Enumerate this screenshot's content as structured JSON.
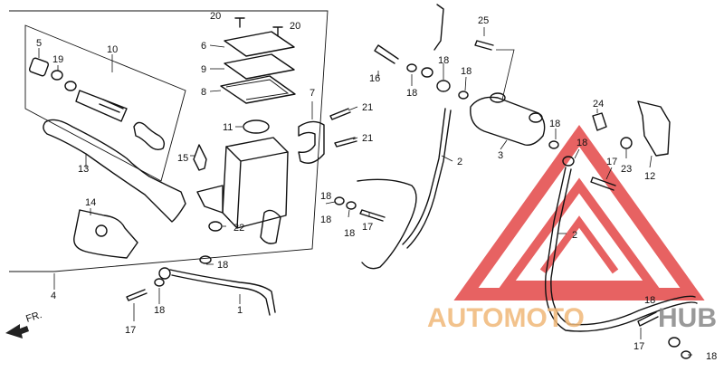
{
  "direction_marker": "FR.",
  "callouts": {
    "c1": "1",
    "c2a": "2",
    "c2b": "2",
    "c3": "3",
    "c4": "4",
    "c5": "5",
    "c6": "6",
    "c7": "7",
    "c8": "8",
    "c9": "9",
    "c10": "10",
    "c11": "11",
    "c12": "12",
    "c13": "13",
    "c14": "14",
    "c15": "15",
    "c16": "16",
    "c17a": "17",
    "c17b": "17",
    "c17c": "17",
    "c17d": "17",
    "c18a": "18",
    "c18b": "18",
    "c18c": "18",
    "c18d": "18",
    "c18e": "18",
    "c18f": "18",
    "c18g": "18",
    "c18h": "18",
    "c18i": "18",
    "c18j": "18",
    "c18k": "18",
    "c18l": "18",
    "c19": "19",
    "c20a": "20",
    "c20b": "20",
    "c21a": "21",
    "c21b": "21",
    "c22": "22",
    "c23": "23",
    "c24": "24",
    "c25": "25"
  },
  "watermark": {
    "text_a": "AUTOMOTO",
    "text_b": "HUB",
    "color_a": "#f0b878",
    "color_b": "#888888",
    "triangle_color": "#e23b3b"
  }
}
